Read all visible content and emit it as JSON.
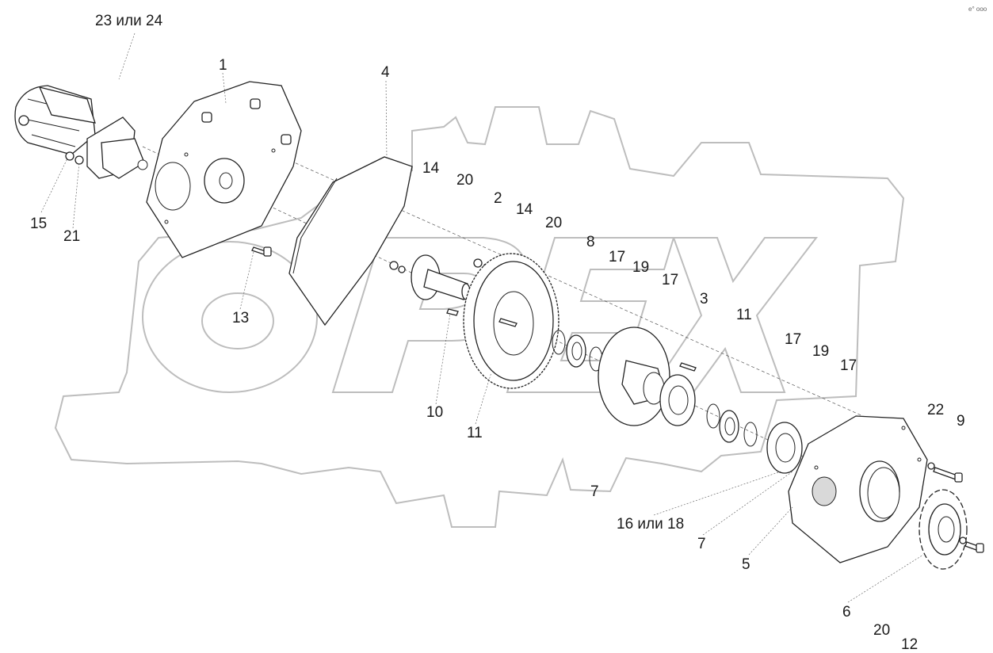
{
  "corner_mark": "e° ooo",
  "callouts": [
    {
      "id": "c-23-24",
      "text": "23 или 24"
    },
    {
      "id": "c-1",
      "text": "1"
    },
    {
      "id": "c-4",
      "text": "4"
    },
    {
      "id": "c-15",
      "text": "15"
    },
    {
      "id": "c-21",
      "text": "21"
    },
    {
      "id": "c-13",
      "text": "13"
    },
    {
      "id": "c-14a",
      "text": "14"
    },
    {
      "id": "c-20a",
      "text": "20"
    },
    {
      "id": "c-2",
      "text": "2"
    },
    {
      "id": "c-14b",
      "text": "14"
    },
    {
      "id": "c-20b",
      "text": "20"
    },
    {
      "id": "c-8",
      "text": "8"
    },
    {
      "id": "c-17a",
      "text": "17"
    },
    {
      "id": "c-19a",
      "text": "19"
    },
    {
      "id": "c-17b",
      "text": "17"
    },
    {
      "id": "c-3",
      "text": "3"
    },
    {
      "id": "c-11a",
      "text": "11"
    },
    {
      "id": "c-17c",
      "text": "17"
    },
    {
      "id": "c-19b",
      "text": "19"
    },
    {
      "id": "c-17d",
      "text": "17"
    },
    {
      "id": "c-10",
      "text": "10"
    },
    {
      "id": "c-11b",
      "text": "11"
    },
    {
      "id": "c-7a",
      "text": "7"
    },
    {
      "id": "c-16-18",
      "text": "16 или 18"
    },
    {
      "id": "c-7b",
      "text": "7"
    },
    {
      "id": "c-5",
      "text": "5"
    },
    {
      "id": "c-22",
      "text": "22"
    },
    {
      "id": "c-9",
      "text": "9"
    },
    {
      "id": "c-6",
      "text": "6"
    },
    {
      "id": "c-20c",
      "text": "20"
    },
    {
      "id": "c-12",
      "text": "12"
    }
  ]
}
